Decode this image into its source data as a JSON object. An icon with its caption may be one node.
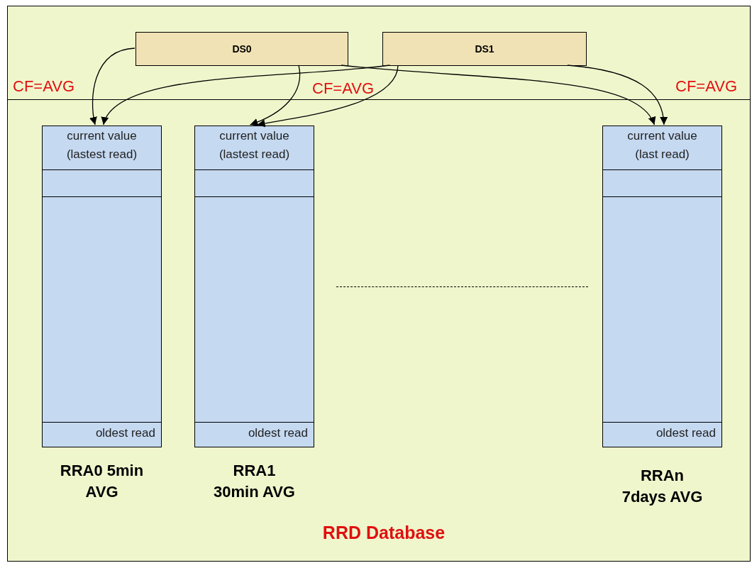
{
  "diagram": {
    "nodes": [
      {
        "text": [
          "RRD Database"
        ]
      },
      {
        "text": [
          "DS0"
        ],
        "in": 0
      },
      {
        "text": [
          "DS1"
        ],
        "in": 0
      },
      {
        "text": [
          "current value (lastest read)",
          "oldest read"
        ],
        "in": 0,
        "beside": [
          "RRA0 5min AVG"
        ]
      },
      {
        "text": [
          "current value (lastest read)",
          "oldest read"
        ],
        "in": 0,
        "beside": [
          "RRA1 30min AVG"
        ]
      },
      {
        "text": [
          "current value (last read)",
          "oldest read"
        ],
        "in": 0,
        "beside": [
          "RRAn 7days AVG"
        ]
      }
    ],
    "edges": [
      {
        "from": 1,
        "to": 3,
        "arrow": "to"
      },
      {
        "from": 2,
        "to": 3,
        "arrow": "to"
      },
      {
        "from": 1,
        "to": 4,
        "arrow": "to"
      },
      {
        "from": 2,
        "to": 4,
        "arrow": "to"
      },
      {
        "from": 1,
        "to": 5,
        "arrow": "to"
      },
      {
        "from": 2,
        "to": 5,
        "arrow": "to"
      }
    ],
    "labels": [
      "CF=AVG",
      "CF=AVG",
      "CF=AVG"
    ]
  }
}
